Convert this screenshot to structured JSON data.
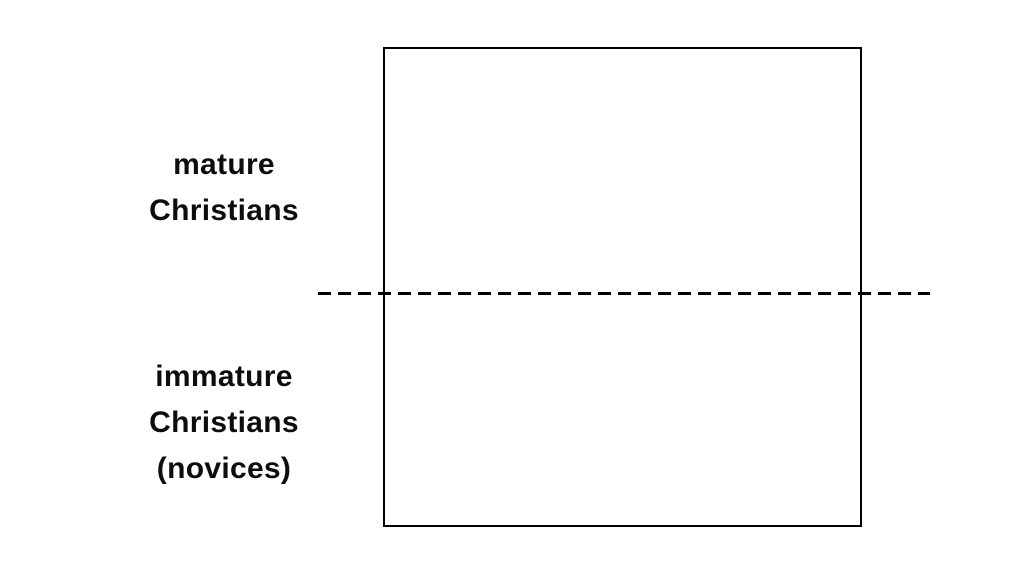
{
  "diagram": {
    "type": "labeled-rectangle-with-dashed-divider",
    "background_color": "#ffffff",
    "line_color": "#000000",
    "text_color": "#0d0d0d",
    "regions": {
      "upper_region_label": "mature Christians",
      "lower_region_label": "immature Christians (novices)"
    }
  },
  "labels": {
    "mature_christians": {
      "lines": [
        "mature",
        "Christians"
      ]
    },
    "immature_christians": {
      "lines": [
        "immature",
        "Christians",
        "(novices)"
      ]
    }
  }
}
